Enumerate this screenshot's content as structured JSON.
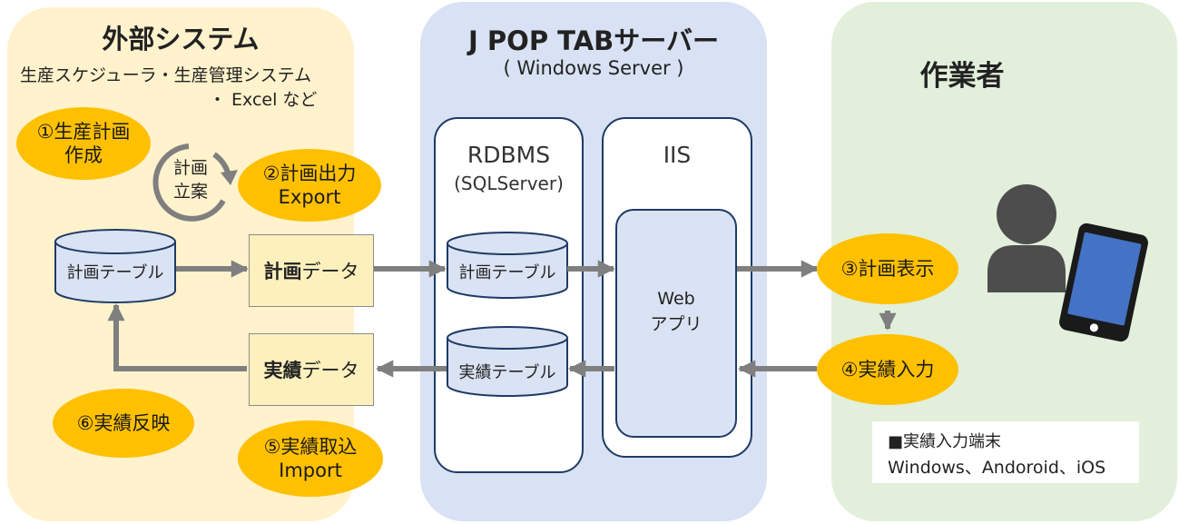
{
  "colors": {
    "external_bg": "#fff2cc",
    "server_bg": "#d8e2f4",
    "worker_bg": "#e2efda",
    "oval_fill": "#ffc000",
    "box_fill": "#fcf0bd",
    "cylinder_fill": "#dae3f3",
    "border": "#1f3a66",
    "arrow": "#7f7f7f",
    "person": "#4d4d4d"
  },
  "external": {
    "title": "外部システム",
    "subtitle_line1": "生産スケジューラ・生産管理システム",
    "subtitle_line2": "・ Excel など",
    "step1_line1": "①生産計画",
    "step1_line2": "作成",
    "cycle_line1": "計画",
    "cycle_line2": "立案",
    "step2_line1": "②計画出力",
    "step2_line2": "Export",
    "plan_table": "計画テーブル",
    "plan_data_bold": "計画",
    "plan_data_rest": "データ",
    "actual_data_bold": "実績",
    "actual_data_rest": "データ",
    "step6": "⑥実績反映",
    "step5_line1": "⑤実績取込",
    "step5_line2": "Import"
  },
  "server": {
    "title": "J POP TABサーバー",
    "subtitle": "( Windows Server )",
    "rdbms_line1": "RDBMS",
    "rdbms_line2": "(SQLServer)",
    "plan_table": "計画テーブル",
    "actual_table": "実績テーブル",
    "iis": "IIS",
    "webapp_line1": "Web",
    "webapp_line2": "アプリ"
  },
  "worker": {
    "title": "作業者",
    "step3": "③計画表示",
    "step4": "④実績入力",
    "terminal_line1": "■実績入力端末",
    "terminal_line2": "Windows、Andoroid、iOS"
  }
}
